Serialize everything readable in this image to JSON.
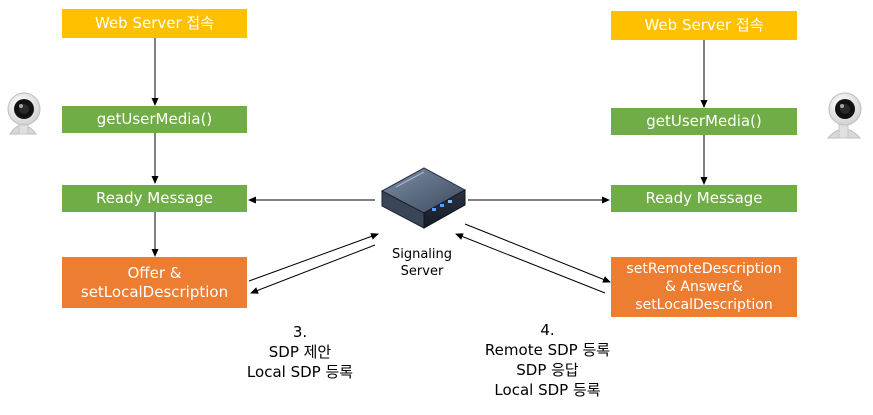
{
  "left": {
    "connect": "Web Server 접속",
    "media": "getUserMedia()",
    "ready": "Ready Message",
    "offer": "Offer &\nsetLocalDescription"
  },
  "right": {
    "connect": "Web Server 접속",
    "media": "getUserMedia()",
    "ready": "Ready Message",
    "answer": "setRemoteDescription\n& Answer&\nsetLocalDescription"
  },
  "server": {
    "label": "Signaling\nServer"
  },
  "step3": {
    "label": "3.\nSDP 제안\nLocal SDP 등록"
  },
  "step4": {
    "label": "4.\nRemote SDP 등록\nSDP 응답\nLocal SDP 등록"
  },
  "icons": {
    "camera": "webcam-icon",
    "server": "server-device-icon"
  },
  "colors": {
    "yellow": "#ffc000",
    "green": "#70ad47",
    "orange": "#ed7d31"
  }
}
